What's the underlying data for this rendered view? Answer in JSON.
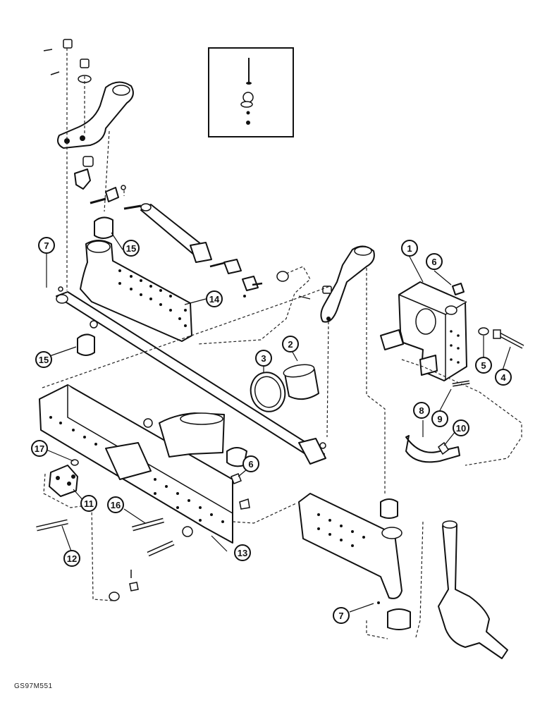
{
  "diagram": {
    "drawing_code": "GS97M551",
    "callouts": [
      {
        "id": "c1",
        "label": "1"
      },
      {
        "id": "c2",
        "label": "2"
      },
      {
        "id": "c3",
        "label": "3"
      },
      {
        "id": "c4",
        "label": "4"
      },
      {
        "id": "c5",
        "label": "5"
      },
      {
        "id": "c6a",
        "label": "6"
      },
      {
        "id": "c6b",
        "label": "6"
      },
      {
        "id": "c7a",
        "label": "7"
      },
      {
        "id": "c7b",
        "label": "7"
      },
      {
        "id": "c8",
        "label": "8"
      },
      {
        "id": "c9",
        "label": "9"
      },
      {
        "id": "c10",
        "label": "10"
      },
      {
        "id": "c11",
        "label": "11"
      },
      {
        "id": "c12",
        "label": "12"
      },
      {
        "id": "c13",
        "label": "13"
      },
      {
        "id": "c14",
        "label": "14"
      },
      {
        "id": "c15a",
        "label": "15"
      },
      {
        "id": "c15b",
        "label": "15"
      },
      {
        "id": "c16",
        "label": "16"
      },
      {
        "id": "c17",
        "label": "17"
      }
    ]
  }
}
